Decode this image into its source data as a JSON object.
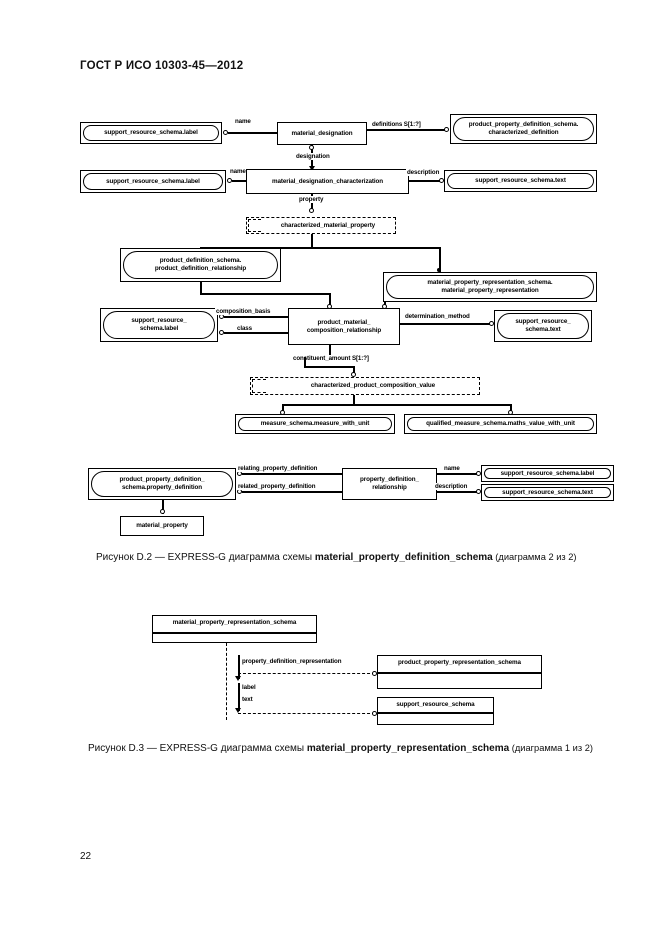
{
  "document": {
    "header": "ГОСТ Р ИСО 10303-45—2012",
    "page_number": "22"
  },
  "figures": [
    {
      "id": "D.2",
      "caption_prefix": "Рисунок  D.2 — EXPRESS-G диаграмма схемы ",
      "caption_schema": "material_property_definition_schema",
      "caption_suffix": " (диаграмма 2 из 2)",
      "entities": [
        "support_resource_schema.label",
        "material_designation",
        "product_property_definition_schema.characterized_definition",
        "support_resource_schema.label",
        "material_designation_characterization",
        "support_resource_schema.text",
        "characterized_material_property",
        "product_definition_schema.product_definition_relationship",
        "material_property_representation_schema.material_property_representation",
        "support_resource_schema.label",
        "product_material_composition_relationship",
        "support_resource_schema.text",
        "characterized_product_composition_value",
        "measure_schema.measure_with_unit",
        "qualified_measure_schema.maths_value_with_unit",
        "product_property_definition_schema.property_definition",
        "property_definition_relationship",
        "support_resource_schema.label",
        "support_resource_schema.text",
        "material_property"
      ],
      "edge_labels": [
        "name",
        "definitions S[1:?]",
        "designation",
        "name",
        "description",
        "property",
        "composition_basis",
        "class",
        "determination_method",
        "constituent_amount S[1:?]",
        "relating_property_definition",
        "related_property_definition",
        "name",
        "description"
      ]
    },
    {
      "id": "D.3",
      "caption_prefix": "Рисунок  D.3 — EXPRESS-G диаграмма схемы ",
      "caption_schema": "material_property_representation_schema",
      "caption_suffix": " (диаграмма 1 из 2)",
      "entities": [
        "material_property_representation_schema",
        "product_property_representation_schema",
        "support_resource_schema"
      ],
      "edge_labels": [
        "property_definition_representation",
        "label",
        "text"
      ]
    }
  ],
  "d2": {
    "e_srs_label_1": "support_resource_schema.label",
    "e_material_designation": "material_designation",
    "e_ppds_chardef": "product_property_definition_schema.\ncharacterized_definition",
    "e_srs_label_2": "support_resource_schema.label",
    "e_mat_desig_char": "material_designation_characterization",
    "e_srs_text_1": "support_resource_schema.text",
    "e_char_mat_prop": "characterized_material_property",
    "e_pds_pdrel": "product_definition_schema.\nproduct_definition_relationship",
    "e_mprs_mpr": "material_property_representation_schema.\nmaterial_property_representation",
    "e_srs_label_3": "support_resource_\nschema.label",
    "e_pmcr": "product_material_\ncomposition_relationship",
    "e_srs_text_2": "support_resource_\nschema.text",
    "e_char_prod_comp_val": "characterized_product_composition_value",
    "e_meas_with_unit": "measure_schema.measure_with_unit",
    "e_maths_value": "qualified_measure_schema.maths_value_with_unit",
    "e_ppds_propdef": "product_property_definition_\nschema.property_definition",
    "e_pd_rel": "property_definition_\nrelationship",
    "e_srs_label_4": "support_resource_schema.label",
    "e_srs_text_3": "support_resource_schema.text",
    "e_material_property": "material_property",
    "l_name_1": "name",
    "l_definitions": "definitions S[1:?]",
    "l_designation": "designation",
    "l_name_2": "name",
    "l_description_1": "description",
    "l_property": "property",
    "l_composition_basis": "composition_basis",
    "l_class": "class",
    "l_determination_method": "determination_method",
    "l_constituent_amount": "constituent_amount S[1:?]",
    "l_relating": "relating_property_definition",
    "l_related": "related_property_definition",
    "l_name_3": "name",
    "l_description_2": "description"
  },
  "d3": {
    "e_mprs": "material_property_representation_schema",
    "e_pprs": "product_property_representation_schema",
    "e_srs": "support_resource_schema",
    "l_pdr": "property_definition_representation",
    "l_label": "label",
    "l_text": "text"
  }
}
